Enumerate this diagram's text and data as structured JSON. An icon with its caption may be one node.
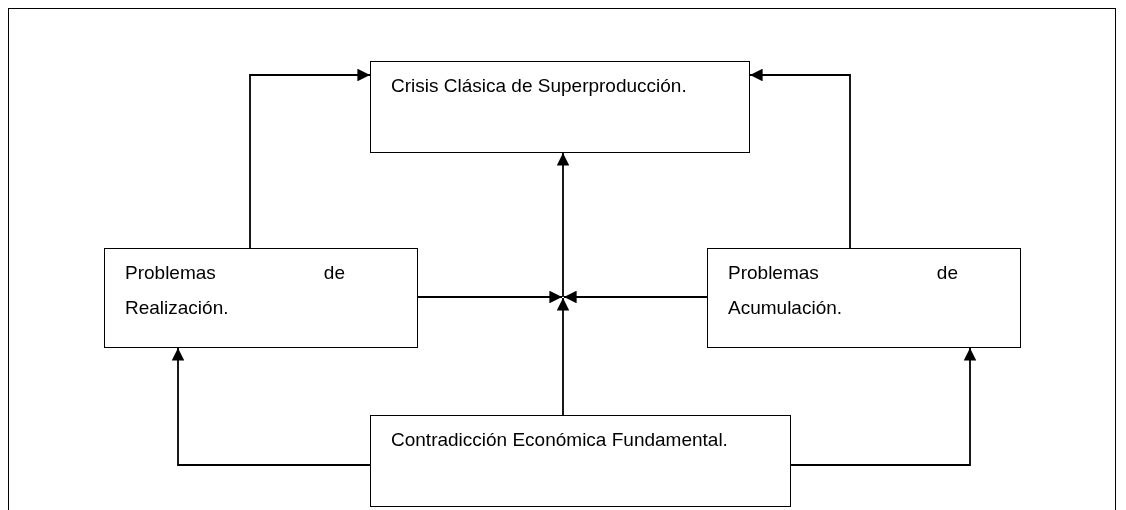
{
  "diagram": {
    "nodes": [
      {
        "text": [
          "Crisis Clásica de Superproducción."
        ]
      },
      {
        "text": [
          "Problemas de Realización."
        ]
      },
      {
        "text": [
          "Problemas de Acumulación."
        ]
      },
      {
        "text": [
          "Contradicción Económica Fundamental."
        ]
      }
    ],
    "edges": [
      {
        "from": 1,
        "to": 0,
        "arrow": "to"
      },
      {
        "from": 2,
        "to": 0,
        "arrow": "to"
      },
      {
        "from": 3,
        "to": 1,
        "arrow": "to"
      },
      {
        "from": 3,
        "to": 2,
        "arrow": "to"
      },
      {
        "from": 1,
        "to": 0,
        "arrow": "to"
      },
      {
        "from": 2,
        "to": 0,
        "arrow": "to"
      },
      {
        "from": 3,
        "to": 0,
        "arrow": "to"
      }
    ]
  }
}
